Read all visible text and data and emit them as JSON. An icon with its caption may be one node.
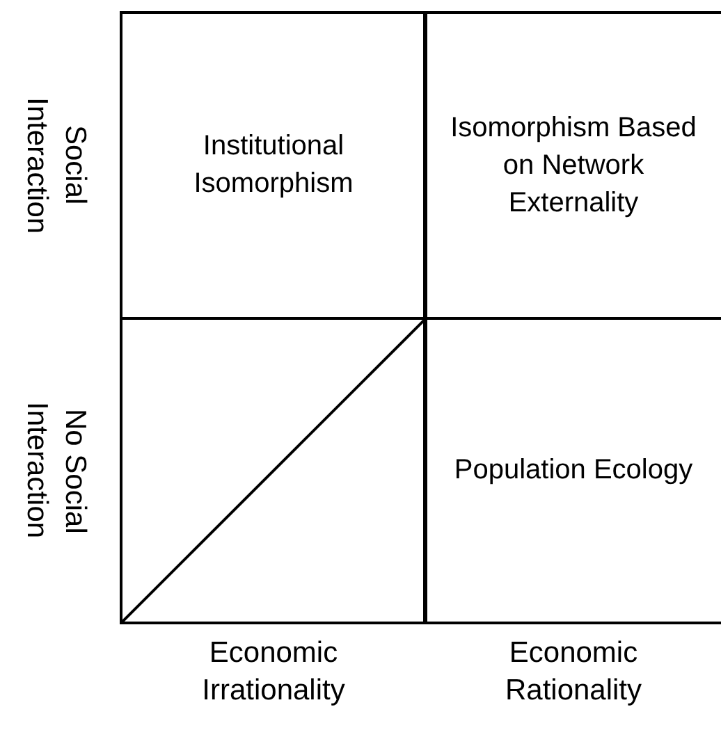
{
  "diagram": {
    "nodes": [
      {
        "text": [
          "Institutional Isomorphism"
        ]
      },
      {
        "text": [
          "Isomorphism Based on Network Externality"
        ]
      },
      {
        "text": [],
        "shape": "box"
      },
      {
        "text": [
          "Population Ecology"
        ]
      }
    ],
    "labels": [
      "Social Interaction",
      "No Social Interaction",
      "Economic Irrationality",
      "Economic Rationality"
    ]
  }
}
